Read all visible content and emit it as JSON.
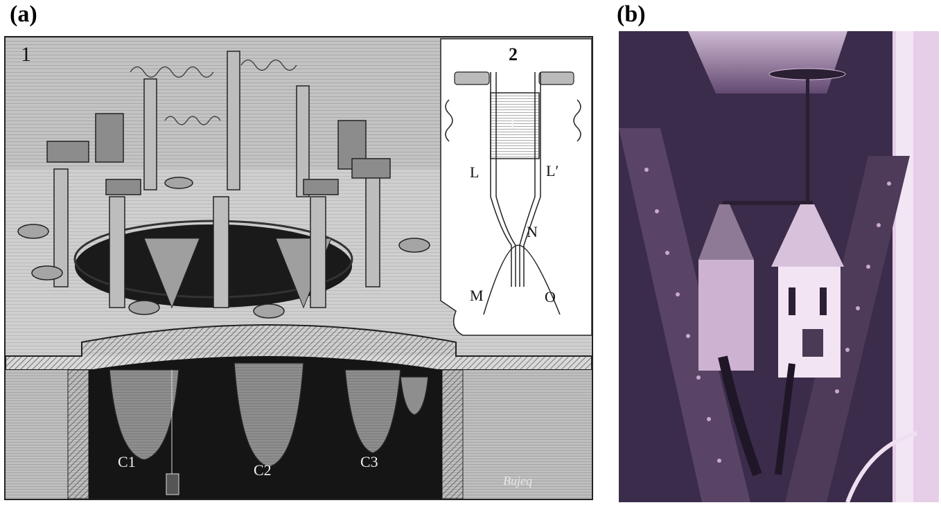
{
  "panel_labels": {
    "a": "(a)",
    "b": "(b)"
  },
  "figure_a": {
    "fig1_number": "1",
    "fig2_number": "2",
    "fig2_labels": {
      "coil": "I",
      "L": "L",
      "L_prime": "L′",
      "N": "N",
      "M": "M",
      "O": "O"
    },
    "cup_labels": [
      "C1",
      "C2",
      "C3"
    ],
    "signature": "Bujeq"
  },
  "colors": {
    "engraving_bg": "#d9d9d9",
    "engraving_dark": "#111111",
    "photo_bg": "#3a2c4a",
    "photo_light": "#e3c9e6"
  }
}
